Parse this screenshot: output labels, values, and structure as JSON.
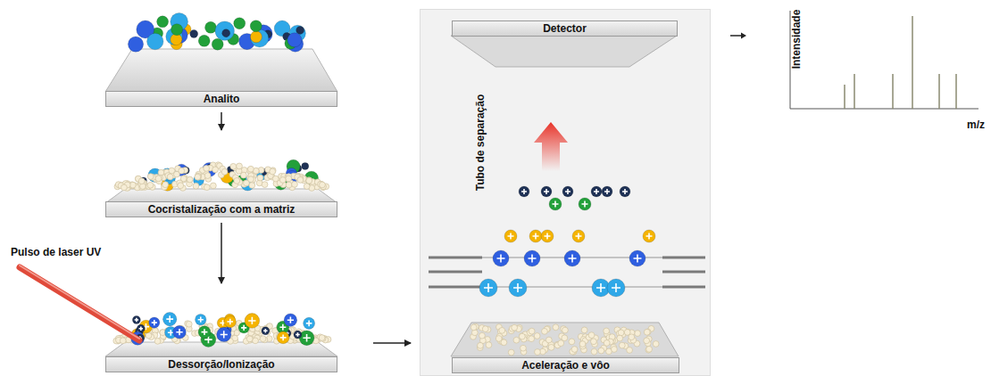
{
  "diagram": {
    "nodes": [
      {
        "text": [
          "Analito"
        ]
      },
      {
        "text": [
          "Cocristalização com a matriz"
        ]
      },
      {
        "text": [
          "Dessorção/Ionização"
        ]
      },
      {
        "text": [
          "Tubo de separação"
        ]
      },
      {
        "text": [
          "Detector"
        ],
        "in": 3
      },
      {
        "text": [
          "Aceleração e vôo"
        ],
        "in": 3
      }
    ],
    "edges": [
      {
        "from": 0,
        "to": 1,
        "arrow": "to"
      },
      {
        "from": 1,
        "to": 2,
        "arrow": "to"
      },
      {
        "from": 2,
        "to": 3,
        "arrow": "to"
      }
    ],
    "labels": [
      "Pulso de laser UV",
      "Intensidade",
      "m/z"
    ]
  }
}
